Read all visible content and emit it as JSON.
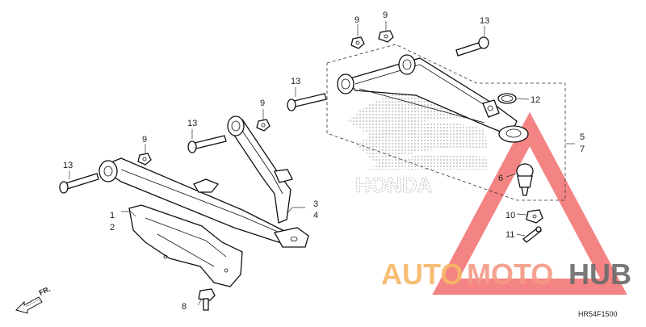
{
  "callouts": {
    "c1": "1",
    "c2": "2",
    "c3": "3",
    "c4": "4",
    "c5": "5",
    "c6": "6",
    "c7": "7",
    "c8": "8",
    "c9a": "9",
    "c9b": "9",
    "c9c": "9",
    "c9d": "9",
    "c10": "10",
    "c11": "11",
    "c12": "12",
    "c13a": "13",
    "c13b": "13",
    "c13c": "13",
    "c13d": "13"
  },
  "front_marker": "FR.",
  "diagram_code": "HR54F1500",
  "watermark": {
    "part1": "AUTO",
    "part2": "MOTO",
    "part3": "HUB",
    "logo_text": "HONDA"
  },
  "colors": {
    "watermark_orange": "#f6b867",
    "watermark_salmon": "#f49a86",
    "watermark_gray": "#6b6b6b",
    "triangle_red": "#f05a5a",
    "line": "#111111"
  }
}
